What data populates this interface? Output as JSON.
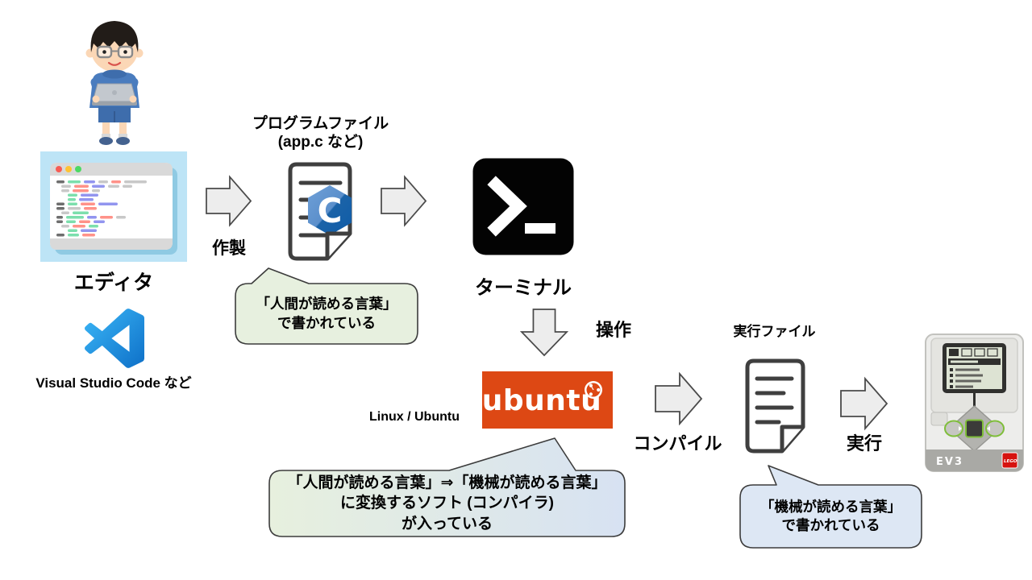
{
  "labels": {
    "editor": "エディタ",
    "editor_sub": "Visual Studio Code など",
    "create": "作製",
    "program_file_1": "プログラムファイル",
    "program_file_2": "(app.c など)",
    "terminal": "ターミナル",
    "operate": "操作",
    "linux": "Linux / Ubuntu",
    "ubuntu_logo": "ubuntu",
    "compile": "コンパイル",
    "exe_file": "実行ファイル",
    "run": "実行",
    "ev3": "EV3",
    "lego": "LEGO",
    "c_logo": "C"
  },
  "bubbles": {
    "program": {
      "line1": "「人間が読める言葉」",
      "line2": "で書かれている"
    },
    "compiler": {
      "line1": "「人間が読める言葉」⇒「機械が読める言葉」",
      "line2": "に変換するソフト (コンパイラ)",
      "line3": "が入っている"
    },
    "machine": {
      "line1": "「機械が読める言葉」",
      "line2": "で書かれている"
    }
  },
  "colors": {
    "ubuntu_orange": "#DD4814",
    "bubble_green": "#E7F0DF",
    "bubble_blue": "#DDE7F4",
    "bubble_border": "#3C3C3C",
    "arrow_fill": "#EDEDED",
    "arrow_border": "#4A4A4A",
    "terminal_black": "#030303",
    "vscode_blue": "#1E9BE9",
    "document_gray": "#3F3F3F",
    "ev3_green": "#7FBE3A",
    "lego_red": "#D6120F"
  }
}
